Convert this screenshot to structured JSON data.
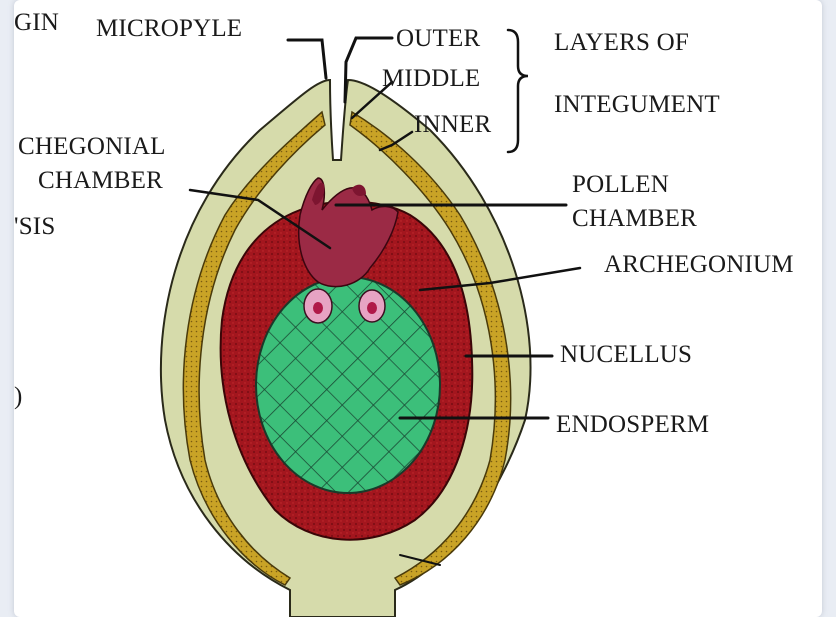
{
  "labels": {
    "gin": "GIN",
    "micropyle": "MICROPYLE",
    "outer": "OUTER",
    "middle": "MIDDLE",
    "inner": "INNER",
    "layers_of": "LAYERS OF",
    "integument": "INTEGUMENT",
    "archegonial_1": "CHEGONIAL",
    "archegonial_2": "CHAMBER",
    "pollen": "POLLEN",
    "pollen_chamber": "CHAMBER",
    "ysis": "'SIS",
    "archegonium": "ARCHEGONIUM",
    "nucellus": "NUCELLUS",
    "endosperm": "ENDOSPERM",
    "d_fragment": ")"
  },
  "colors": {
    "integument": "#d6dbab",
    "middle_layer": "#c9a326",
    "nucellus": "#a3161e",
    "endosperm": "#3cbf7a",
    "archegonial_chamber": "#b0345a",
    "archegonium": "#e7a3c3"
  }
}
